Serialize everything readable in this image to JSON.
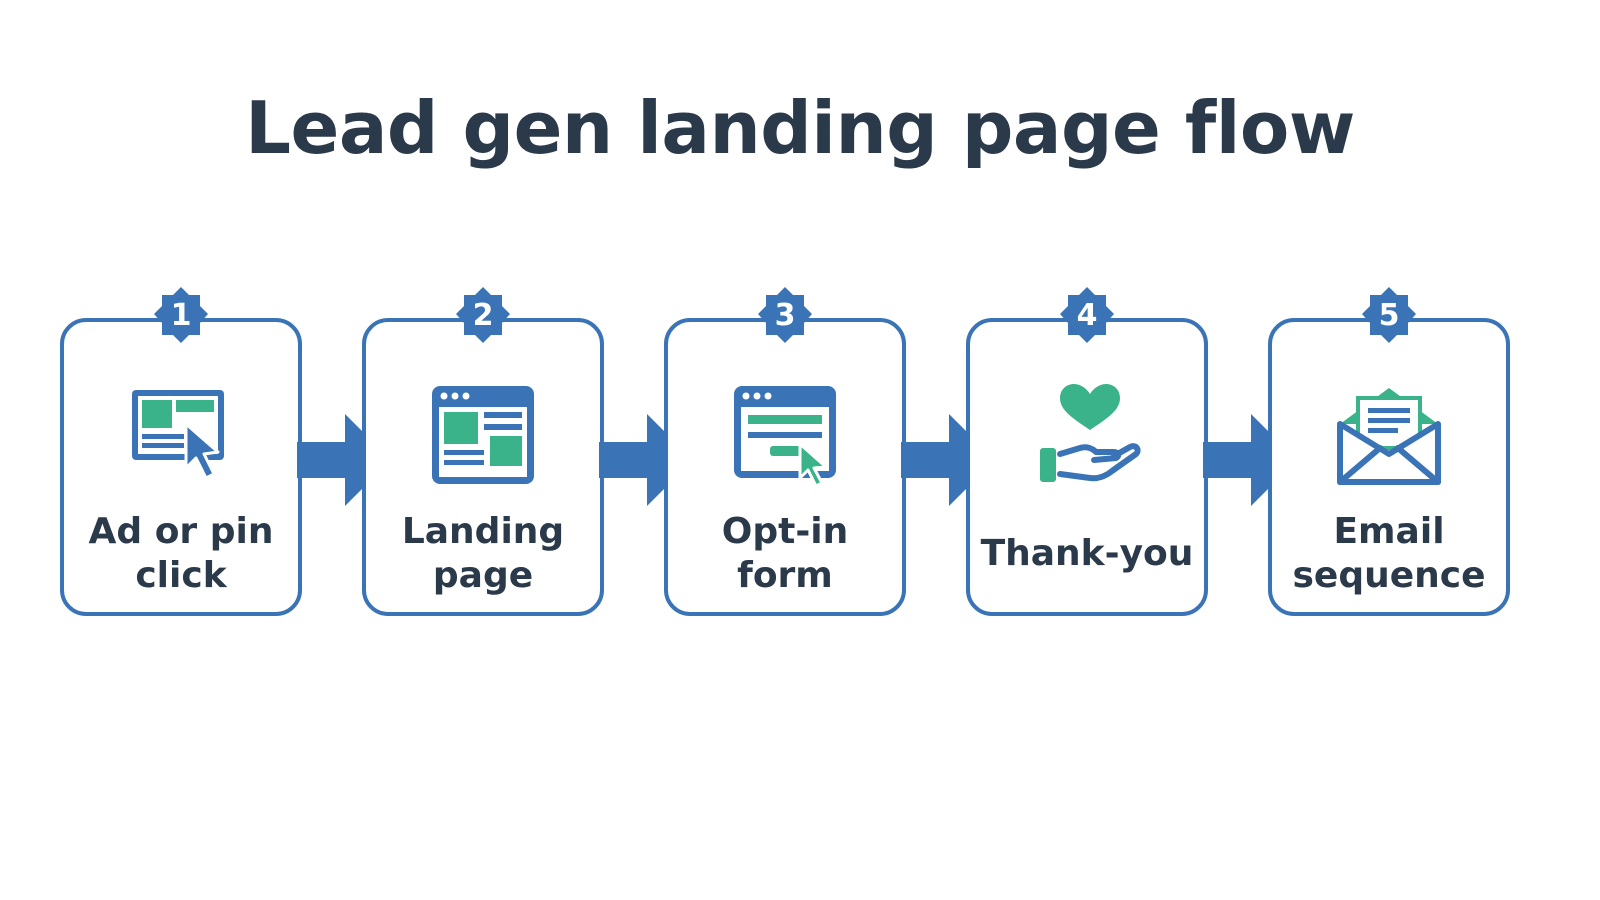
{
  "title": "Lead gen landing page flow",
  "colors": {
    "primary_blue": "#3a74b6",
    "accent_green": "#3bb38a",
    "text_dark": "#2b3a4a"
  },
  "steps": [
    {
      "number": "1",
      "label": "Ad or pin\nclick",
      "icon": "ad-click-icon"
    },
    {
      "number": "2",
      "label": "Landing\npage",
      "icon": "landing-page-icon"
    },
    {
      "number": "3",
      "label": "Opt-in\nform",
      "icon": "opt-in-form-icon"
    },
    {
      "number": "4",
      "label": "Thank-you",
      "icon": "heart-hand-icon"
    },
    {
      "number": "5",
      "label": "Email\nsequence",
      "icon": "envelope-icon"
    }
  ]
}
